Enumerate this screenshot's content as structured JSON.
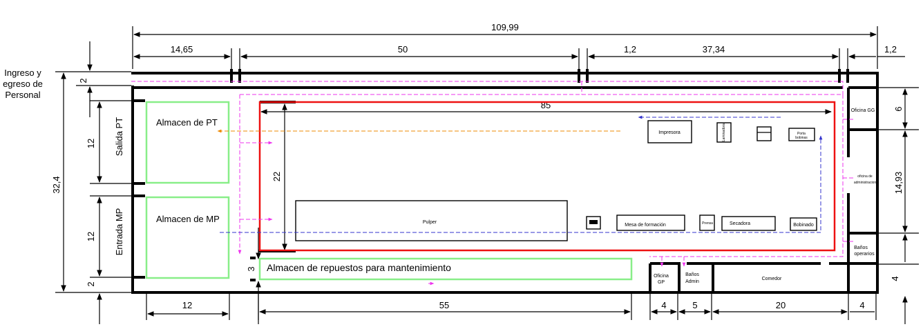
{
  "dimensions": {
    "total_width": "109,99",
    "top_left": "14,65",
    "top_mid": "50",
    "top_gap": "1,2",
    "top_right": "37,34",
    "right_edge": "1,2",
    "left_height": "32,4",
    "left_small_top": "2",
    "salida_height": "12",
    "entrada_height": "12",
    "left_small_bottom": "2",
    "repuestos_height": "3",
    "inner_height": "22",
    "inner_width": "85",
    "right_top": "6",
    "right_mid": "14,93",
    "right_bottom": "4",
    "bottom_left": "12",
    "bottom_mid": "55",
    "bottom_oficina": "4",
    "bottom_banos": "5",
    "bottom_comedor": "20",
    "bottom_right": "4"
  },
  "labels": {
    "ingreso_1": "Ingreso y",
    "ingreso_2": "egreso de",
    "ingreso_3": "Personal",
    "salida_pt": "Salida PT",
    "entrada_mp": "Entrada MP"
  },
  "rooms": {
    "almacen_pt": "Almacen de PT",
    "almacen_mp": "Almacen de MP",
    "almacen_repuestos": "Almacen de repuestos para mantenimiento",
    "oficina_gg": "Oficina GG",
    "oficina_admin_1": "oficina de",
    "oficina_admin_2": "administracion",
    "banos_op_1": "Baños",
    "banos_op_2": "operarios",
    "oficina_gp_1": "Oficina",
    "oficina_gp_2": "GP",
    "banos_admin_1": "Baños",
    "banos_admin_2": "Admin",
    "comedor": "Comedor"
  },
  "equipment": {
    "impresora": "Impresora",
    "laminadora": "Laminadora",
    "porta_1": "Porta",
    "porta_2": "bobinas",
    "pulper": "Pulper",
    "mesa": "Mesa de formación",
    "prensa": "Prensa",
    "secadora": "Secadora",
    "bobinado": "Bobinado"
  },
  "colors": {
    "walls": "#000000",
    "storage_outline": "#88ee88",
    "production_outline": "#ee1111",
    "personnel_flow": "#ee33ee",
    "pt_flow": "#ee8800",
    "material_flow": "#3333cc"
  }
}
